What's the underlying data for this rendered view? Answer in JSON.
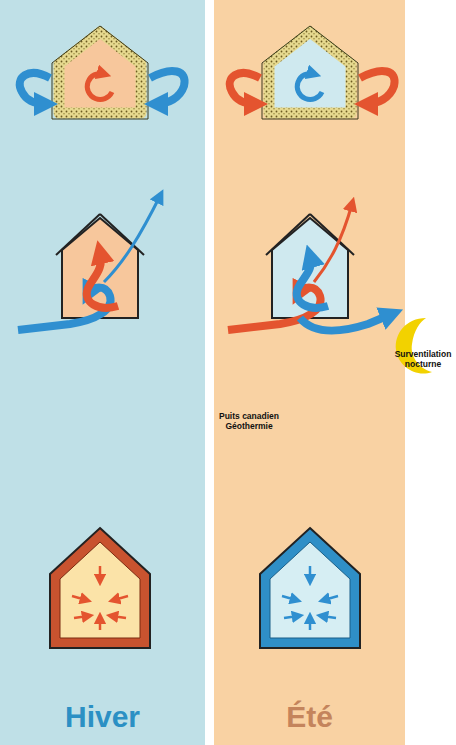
{
  "diagram": {
    "nodes": [
      {
        "text": [
          "Hiver"
        ]
      },
      {
        "text": [
          "Été"
        ]
      }
    ],
    "labels": [
      "Surventilation nocturne",
      "Puits canadien Géothermie"
    ]
  }
}
